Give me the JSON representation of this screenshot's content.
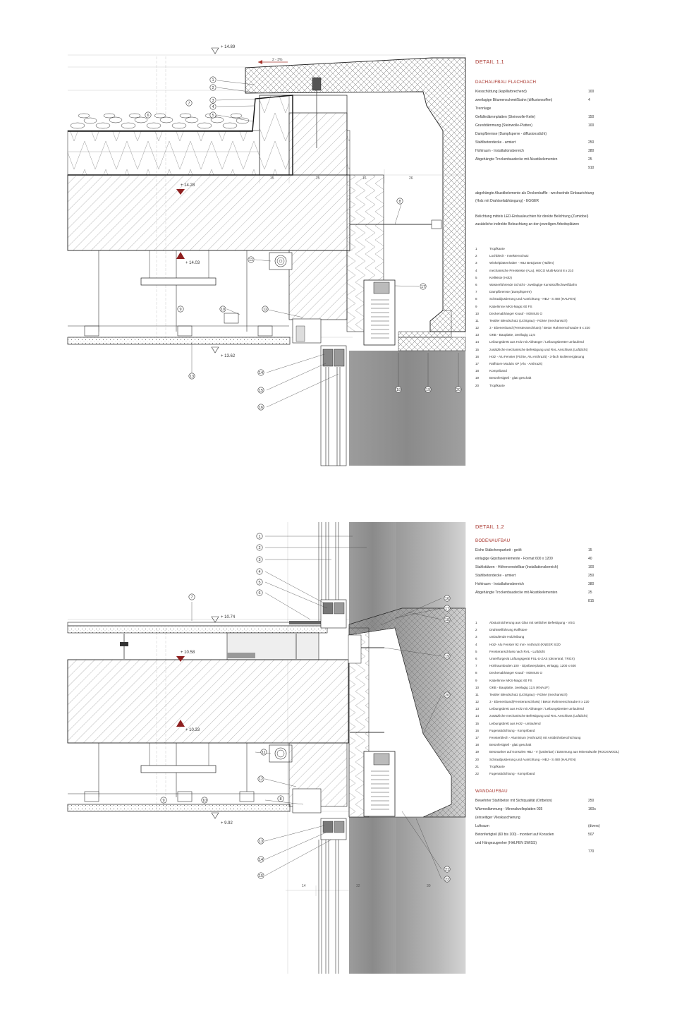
{
  "detail1": {
    "title": "DETAIL 1.1",
    "section": "DACHAUFBAU FLACHDACH",
    "layers": [
      {
        "label": "Kiesschüttung (kapillarbrechend)",
        "value": "100"
      },
      {
        "label": "zweilagige Bitumenschweißbahn (diffusionsoffen)",
        "value": "4"
      },
      {
        "label": "Trennlage",
        "value": ""
      },
      {
        "label": "Gefälledämmplatten (Steinwolle-Keile)",
        "value": "150"
      },
      {
        "label": "Grunddämmung (Steinwolle-Platten)",
        "value": "100"
      },
      {
        "label": "Dampfbremse (Dampfsperre - diffusionsdicht)",
        "value": ""
      },
      {
        "label": "Stahlbetondecke - armiert",
        "value": "250"
      },
      {
        "label": "Hohlraum - Installationsbereich",
        "value": "380"
      },
      {
        "label": "Abgehängte Trockenbaudecke mit Akustikelementen",
        "value": "25"
      },
      {
        "label": "",
        "value": "910"
      }
    ],
    "notes": [
      "abgehängte Akustikelemente als Deckenbaffle - wechselnde Einbaurichtung",
      "(Holz mit Drahtseilabhängung) - EGGER",
      "Belichtung mittels LED-Einbauleuchten für direkte Belichtung (Zumtobel)",
      "zusätzliche indirekte Beleuchtung an den jeweiligen Arbeitsplätzen"
    ],
    "legend": [
      "Tropfkante",
      "Lochblech - Insektenschutz",
      "Winkelplattenhalter - HBJ Betojuster (Halfen)",
      "mechanische Pressleiste (ALu), HECO Multi-Monti 8 x 210",
      "Keilleiste (Holz)",
      "Wasserführende Schicht - zweilagige Kunststoffschweißbahn",
      "Dampfbremse (Dampfsperre)",
      "Schraubjustierung und Ausrichtung - HBJ - S 480 (HALFEN)",
      "Kabelrinne MKS-Magic 60 FS",
      "Deckenabhänger Knauf - NONIUS O",
      "Textiler Blendschutz (Lichtgrau) - ROMA (mechanisch)",
      "3 - Ebenenband (Fensteranschluss) / Beton Rahmenschraube 8 x 220",
      "GKB - Bauplatte, zweilagig 12,5",
      "Leibungsbrett aus Holz mit Abhänger / Leibungsbretter umlaufend",
      "zusätzliche mechanische Befestigung und RAL Anschluss (Luftdicht)",
      "Holz - Alu Fenster (Fichte, Alu Anthrazit) - 3-fach Isolierverglasung",
      "Raffstore Modulo XP (Alu - Anthrazit)",
      "Kompriband",
      "Betonfertigteil - glatt geschalt",
      "Tropfkante"
    ]
  },
  "detail2": {
    "title": "DETAIL 1.2",
    "section": "BODENAUFBAU",
    "layers": [
      {
        "label": "Eiche Stäbchenparkett - geölt",
        "value": "15"
      },
      {
        "label": "einlagige Gipsfaserelemente - Format 600 x 1200",
        "value": "40"
      },
      {
        "label": "Stahlstützen - Höhenverstellbar (Installationsbereich)",
        "value": "100"
      },
      {
        "label": "Stahlbetondecke - armiert",
        "value": "250"
      },
      {
        "label": "Hohlraum - Installationsbereich",
        "value": "380"
      },
      {
        "label": "Abgehängte Trockenbaudecke mit Akustikelementen",
        "value": "25"
      },
      {
        "label": "",
        "value": "815"
      }
    ],
    "legend": [
      "Absturzsicherung aus Glas mit seitlicher Befestigung - VSG",
      "Drahtseilführung Raffstore",
      "umlaufende Holzleibung",
      "Holz- Alu Fenster 92 mm- Anthrazit (KNEER SÜD",
      "Fensteranschluss nach RAL - Luftdicht",
      "Unterflurgerät Lüftungsgerät FSL-U-ZAS (dezentral, TROX)",
      "Hohlraumboden 100 - Gipsfaserplatten, einlagig, 1200 x 600",
      "Deckenabhänger Knauf - NONIUS O",
      "Kabelrinne MKS-Magic 60 FS",
      "GKB - Bauplatte, zweilagig 12,5 (KNAUF)",
      "Textiler Blendschutz (Lichtgrau) - ROMA (mechanisch)",
      "3 - Ebenenband(Fensteranschluss) / Beton Rahmenschraube 8 x 220",
      "Leibungsbrett aus Holz mit Abhänger / Leibungsbretter umlaufend",
      "zusätzliche mechanische Befestigung und RAL Anschluss (Luftdicht)",
      "Leibungsbrett aus Holz - umlaufend",
      "Fugenabdichtung - Kompriband",
      "Fensterblech - Aluminium (Anthrazit) mit Antidröhnbeschichtung",
      "Betonfertigteil - glatt geschalt",
      "Betonanker auf Konsolen HBJ - V (justierbar) / Dämmung aus Mineralwolle (ROCKWOOL)",
      "Schraubjustierung und Ausrichtung - HBJ - S 480 (HALFEN)",
      "Tropfkante",
      "Fugenabdichtung - Kompriband"
    ],
    "wall_section": "WANDAUFBAU",
    "wall_layers": [
      {
        "label": "Bewehrter Stahlbeton mit Sichtqualität (Ortbeton)",
        "value": "250"
      },
      {
        "label": "Wärmedämmung - Mineralwolleplatten 035",
        "value": "160s"
      },
      {
        "label": "(einseitiger Vlieskaschierung",
        "value": ""
      },
      {
        "label": "Luftraum",
        "value": "(divers)"
      },
      {
        "label": "Betonfertigteil (60 bis 100) - montiert auf Konsolen",
        "value": "507"
      },
      {
        "label": "und Hängezugenker (HALFEN SWISS)",
        "value": ""
      },
      {
        "label": "",
        "value": "770"
      }
    ]
  },
  "drawing": {
    "elev_top": "+ 14.89",
    "elev_roof": "+ 14.28",
    "elev_ceiling1": "+ 14.03",
    "elev_bottom1": "+ 13.62",
    "slope": "2 - 3%",
    "elev_floor": "+ 10.74",
    "elev_slab": "+ 10.58",
    "elev_ceiling2": "+ 10.33",
    "elev_bottom2": "+ 9.92",
    "dims1": [
      "15",
      "25",
      "16",
      "26"
    ],
    "dims2": [
      "14",
      "32",
      "30"
    ],
    "numbers1": [
      "1",
      "2",
      "3",
      "4",
      "5",
      "6",
      "7",
      "8",
      "9",
      "10",
      "11",
      "12",
      "13",
      "14",
      "15",
      "16",
      "17",
      "18",
      "19",
      "20"
    ],
    "numbers2": [
      "1",
      "2",
      "3",
      "4",
      "5",
      "6",
      "7",
      "8",
      "9",
      "10",
      "11",
      "12",
      "13",
      "14",
      "15",
      "16",
      "17",
      "18",
      "19",
      "20",
      "21",
      "22"
    ]
  },
  "colors": {
    "accent": "#a8342c",
    "concrete": "#8f8f8f",
    "line": "#222222"
  }
}
